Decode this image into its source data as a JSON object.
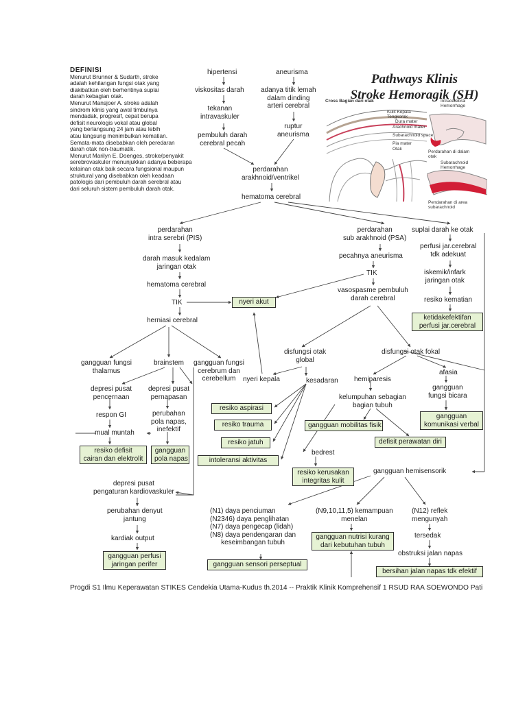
{
  "title": [
    "Pathways Klinis",
    "Stroke Hemoragik (SH)"
  ],
  "definition": {
    "heading": "DEFINISI",
    "lines": [
      "Menurut  Brunner & Sudarth, stroke",
      "adalah kehilangan fungsi otak yang",
      "diakibatkan oleh berhentinya suplai",
      "darah kebagian otak.",
      "Menurut Mansjoer A. stroke adalah",
      "sindrom klinis yang awal timbulnya",
      "mendadak, progresif, cepat berupa",
      "defisit  neurologis vokal atau global",
      "yang berlangsung 24 jam atau lebih",
      "atau langsung menimbulkan kematian.",
      "Semata-mata disebabkan oleh peredaran",
      "darah otak non-traumatik.",
      "Menurut  Marilyn E. Doenges, stroke/penyakit",
      "serebrovaskuler menunjukkan adanya beberapa",
      "kelainan otak baik secara fungsional  maupun",
      "struktural yang  disebabkan  oleh  keadaan",
      "patologis  dari  pembuluh darah serebral atau",
      "dari seluruh sistem pembuluh darah otak."
    ]
  },
  "illustration": {
    "left_caption": "Cross  Bagian dari otak",
    "left_labels": [
      "Kulit Kepala",
      "Tengkorak",
      "Dura mater",
      "Arachnoid mater",
      "Subarachnoid space",
      "Pia mater",
      "Otak"
    ],
    "right_top_caption": [
      "Intracerebral",
      "Hemorrhage"
    ],
    "right_mid_caption": [
      "Perdarahan di dalam",
      "otak"
    ],
    "right_sub_caption": [
      "Subarachnoid",
      "Hemorrhage"
    ],
    "right_bottom_caption": [
      "Pendarahan di area",
      "subarachnoid"
    ]
  },
  "nodes": {
    "hipertensi": "hipertensi",
    "viskositas": "viskositas darah",
    "tekanan": [
      "tekanan",
      "intravaskuler"
    ],
    "pembuluh_pecah": [
      "pembuluh darah",
      "cerebral pecah"
    ],
    "aneurisma": "aneurisma",
    "titik_lemah": [
      "adanya titik lemah",
      "dalam dinding",
      "arteri cerebral"
    ],
    "ruptur": [
      "ruptur",
      "aneurisma"
    ],
    "perdarahan_arakhnoid": [
      "perdarahan",
      "arakhnoid/ventrikel"
    ],
    "hematoma_top": "hematoma cerebral",
    "pis": [
      "perdarahan",
      "intra serebri (PIS)"
    ],
    "darah_masuk": [
      "darah masuk kedalam",
      "jaringan otak"
    ],
    "hematoma_mid": "hematoma cerebral",
    "tik_left": "TIK",
    "herniasi": "herniasi cerebral",
    "psa": [
      "perdarahan",
      "sub arakhnoid (PSA)"
    ],
    "pecahnya": "pecahnya aneurisma",
    "tik_right": "TIK",
    "vasospasme": [
      "vasospasme pembuluh",
      "darah cerebral"
    ],
    "suplai": "suplai darah ke otak",
    "perfusi": [
      "perfusi jar.cerebral",
      "tdk adekuat"
    ],
    "iskemik": [
      "iskemik/infark",
      "jaringan otak"
    ],
    "resiko_kematian": "resiko kematian",
    "disfungsi_global": [
      "disfungsi otak",
      "global"
    ],
    "disfungsi_fokal": "disfungsi otak fokal",
    "nyeri_kepala": "nyeri kepala",
    "kesadaran": "kesadaran",
    "hemiparesis": "hemiparesis",
    "afasia": "afasia",
    "kelumpuhan": [
      "kelumpuhan sebagian",
      "bagian tubuh"
    ],
    "gangguan_fungsi_bicara": [
      "gangguan",
      "fungsi bicara"
    ],
    "bedrest": "bedrest",
    "thalamus": [
      "gangguan fungsi",
      "thalamus"
    ],
    "brainstem": "brainstem",
    "cerebrum": [
      "gangguan fungsi",
      "cerebrum dan",
      "cerebellum"
    ],
    "depresi_pencernaan": [
      "depresi pusat",
      "pencernaan"
    ],
    "respon_gi": "respon GI",
    "mual": "mual muntah",
    "depresi_pernapasan": [
      "depresi pusat",
      "pernapasan"
    ],
    "perubahan_pola": [
      "perubahan",
      "pola napas,",
      "inefektif"
    ],
    "depresi_kardio": [
      "depresi pusat",
      "pengaturan kardiovaskuler"
    ],
    "denyut": [
      "perubahan denyut",
      "jantung"
    ],
    "kardiak": "kardiak output",
    "hemisensorik": "gangguan hemisensorik",
    "saraf_n1": [
      "(N1) daya penciuman",
      "(N2346) daya penglihatan",
      "(N7) daya pengecap (lidah)",
      "(N8) daya pendengaran dan",
      "keseimbangan tubuh"
    ],
    "saraf_n9": [
      "(N9,10,11,5) kemampuan",
      "menelan"
    ],
    "saraf_n12": [
      "(N12) reflek",
      "mengunyah"
    ],
    "tersedak": "tersedak",
    "obstruksi": [
      "obstruksi jalan napas"
    ]
  },
  "diagnoses": {
    "nyeri_akut": "nyeri akut",
    "ketidakefektifan": [
      "ketidakefektifan",
      "perfusi jar.cerebral"
    ],
    "resiko_aspirasi": "resiko aspirasi",
    "resiko_trauma": "resiko trauma",
    "resiko_jatuh": "resiko jatuh",
    "intoleransi": "intoleransi aktivitas",
    "mobilitas": "gangguan mobilitas fisik",
    "perawatan_diri": "defisit perawatan diri",
    "komunikasi": [
      "gangguan",
      "komunikasi verbal"
    ],
    "kerusakan_kulit": [
      "resiko kerusakan",
      "integritas kulit"
    ],
    "defisit_cairan": [
      "resiko defisit",
      "cairan dan elektrolit"
    ],
    "pola_napas": [
      "gangguan",
      "pola napas"
    ],
    "perfusi_perifer": [
      "gangguan perfusi",
      "jaringan perifer"
    ],
    "sensori": "gangguan sensori perseptual",
    "nutrisi": [
      "gangguan nutrisi kurang",
      "dari kebutuhan tubuh"
    ],
    "jalan_napas": "bersihan jalan napas tdk efektif"
  },
  "footer": "Progdi S1 Ilmu Keperawatan STIKES Cendekia Utama-Kudus th.2014 -- Praktik Klinik Komprehensif 1 RSUD RAA SOEWONDO Pati",
  "colors": {
    "diagnosis_fill": "#e6f2d4",
    "blood": "#d21e36",
    "line": "#444444"
  }
}
